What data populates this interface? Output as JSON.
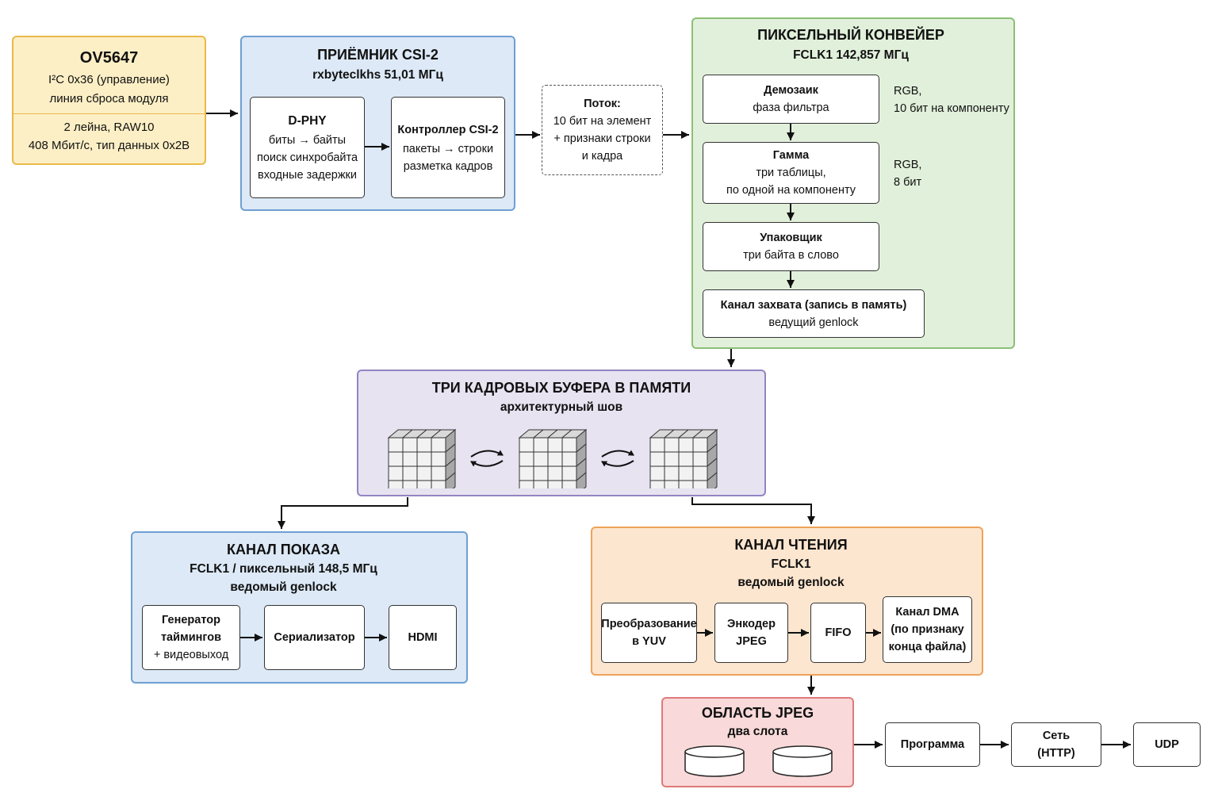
{
  "sensor": {
    "title": "OV5647",
    "line1": "I²C 0x36 (управление)",
    "line2": "линия сброса модуля",
    "line3": "2 лейна, RAW10",
    "line4": "408 Мбит/с, тип данных 0x2B"
  },
  "receiver": {
    "title": "ПРИЁМНИК CSI-2",
    "clock": "rxbyteclkhs 51,01 МГц",
    "dphy": {
      "title": "D-PHY",
      "line1": "биты → байты",
      "line2": "поиск синхробайта",
      "line3": "входные задержки"
    },
    "controller": {
      "title": "Контроллер CSI-2",
      "line1": "пакеты → строки",
      "line2": "разметка кадров"
    }
  },
  "stream": {
    "title": "Поток:",
    "line1": "10 бит на элемент",
    "line2": "+ признаки строки",
    "line3": "и кадра"
  },
  "pipeline": {
    "title": "ПИКСЕЛЬНЫЙ КОНВЕЙЕР",
    "clock": "FCLK1 142,857 МГц",
    "demosaic": {
      "title": "Демозаик",
      "line1": "фаза фильтра"
    },
    "demosaic_note": {
      "line1": "RGB,",
      "line2": "10 бит на компоненту"
    },
    "gamma": {
      "title": "Гамма",
      "line1": "три таблицы,",
      "line2": "по одной на компоненту"
    },
    "gamma_note": {
      "line1": "RGB,",
      "line2": "8 бит"
    },
    "packer": {
      "title": "Упаковщик",
      "line1": "три байта в слово"
    },
    "capture": {
      "title": "Канал захвата (запись в память)",
      "line1": "ведущий genlock"
    }
  },
  "buffers": {
    "title": "ТРИ КАДРОВЫХ БУФЕРА В ПАМЯТИ",
    "subtitle": "архитектурный шов"
  },
  "display": {
    "title": "КАНАЛ ПОКАЗА",
    "clock": "FCLK1 / пиксельный 148,5 МГц",
    "genlock": "ведомый genlock",
    "timing": {
      "line1": "Генератор",
      "line2": "таймингов",
      "line3": "+ видеовыход"
    },
    "serializer": "Сериализатор",
    "hdmi": "HDMI"
  },
  "read": {
    "title": "КАНАЛ ЧТЕНИЯ",
    "clock": "FCLK1",
    "genlock": "ведомый genlock",
    "yuv": {
      "line1": "Преобразование",
      "line2": "в YUV"
    },
    "jpeg": {
      "line1": "Энкодер",
      "line2": "JPEG"
    },
    "fifo": "FIFO",
    "dma": {
      "line1": "Канал DMA",
      "line2": "(по признаку",
      "line3": "конца файла)"
    }
  },
  "jpeg_area": {
    "title": "ОБЛАСТЬ JPEG",
    "subtitle": "два слота"
  },
  "software": "Программа",
  "network": {
    "line1": "Сеть",
    "line2": "(HTTP)"
  },
  "udp": "UDP",
  "colors": {
    "sensor_fill": "#fdefc5",
    "receiver_fill": "#dde9f7",
    "pipeline_fill": "#e1f0db",
    "buffers_fill": "#e7e3f1",
    "read_fill": "#fde6cf",
    "jpeg_fill": "#f9d9d9"
  }
}
